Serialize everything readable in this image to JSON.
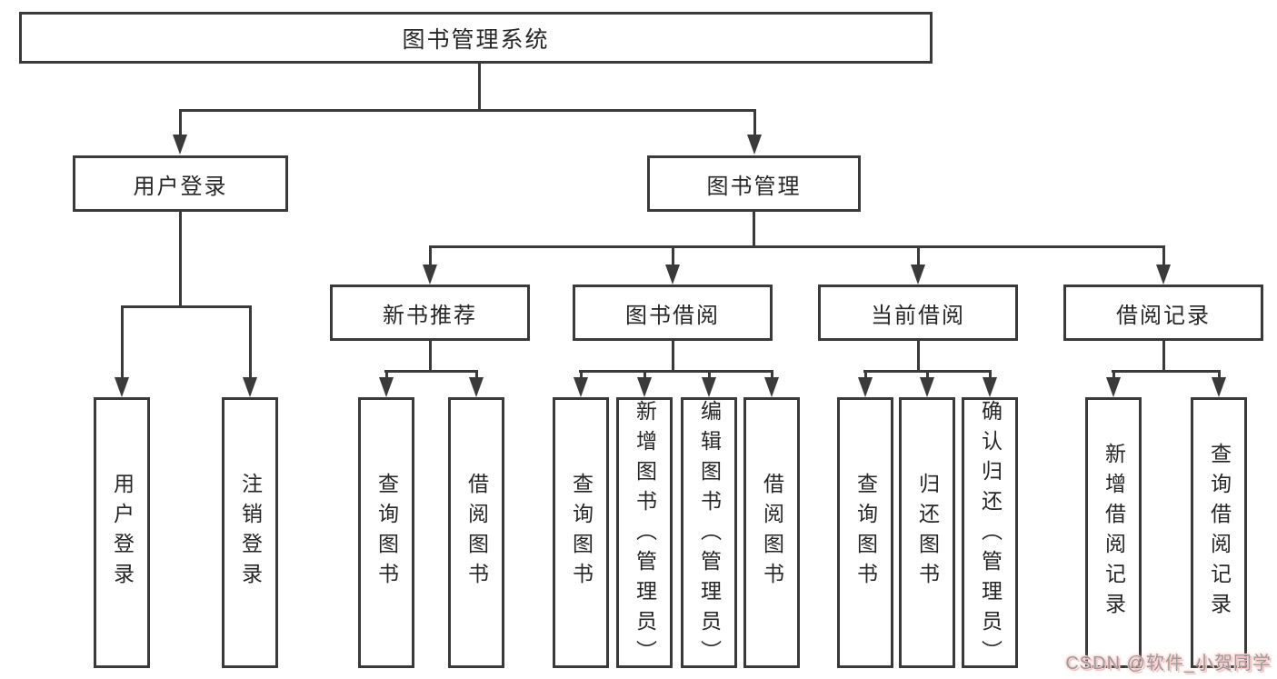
{
  "tree": {
    "root": {
      "label": "图书管理系统"
    },
    "level2": [
      {
        "label": "用户登录",
        "children": [
          {
            "label": "用户登录"
          },
          {
            "label": "注销登录"
          }
        ]
      },
      {
        "label": "图书管理",
        "children": [
          {
            "label": "新书推荐",
            "children": [
              {
                "label": "查询图书"
              },
              {
                "label": "借阅图书"
              }
            ]
          },
          {
            "label": "图书借阅",
            "children": [
              {
                "label": "查询图书"
              },
              {
                "label": "新增图书（管理员）"
              },
              {
                "label": "编辑图书（管理员）"
              },
              {
                "label": "借阅图书"
              }
            ]
          },
          {
            "label": "当前借阅",
            "children": [
              {
                "label": "查询图书"
              },
              {
                "label": "归还图书"
              },
              {
                "label": "确认归还（管理员）"
              }
            ]
          },
          {
            "label": "借阅记录",
            "children": [
              {
                "label": "新增借阅记录"
              },
              {
                "label": "查询借阅记录"
              }
            ]
          }
        ]
      }
    ]
  },
  "watermark": {
    "text": "CSDN @软件_小贺同学"
  },
  "colors": {
    "line": "#3a3a3a",
    "background": "#ffffff",
    "text": "#262626",
    "watermark_text": "#9b9b9b",
    "watermark_glow": "#f7c4c4"
  }
}
